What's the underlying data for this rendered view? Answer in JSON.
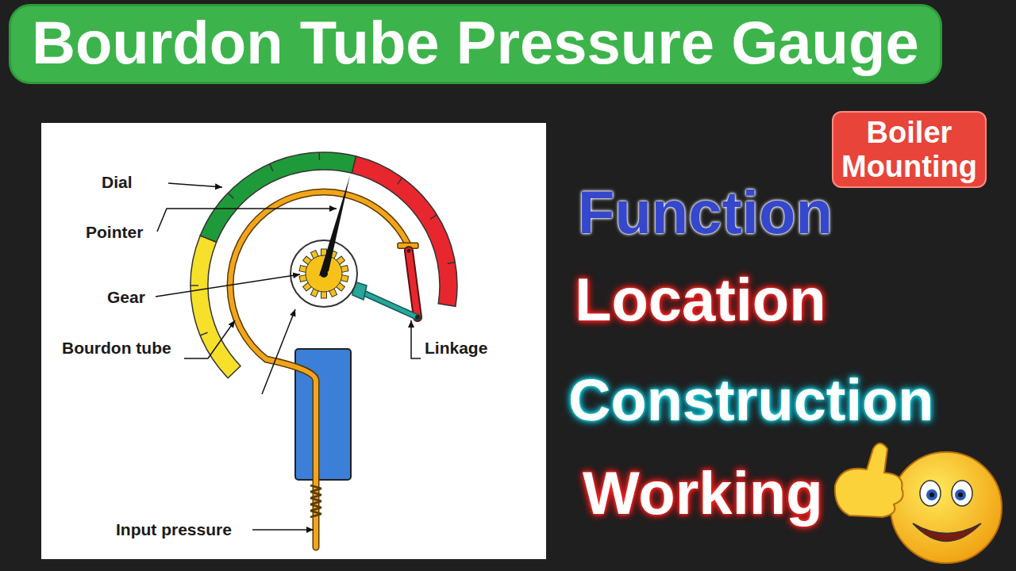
{
  "diagram": {
    "title": "Bourdon Tube Pressure Gauge",
    "nodes": [
      {
        "text": [
          "Boiler Mounting"
        ]
      }
    ],
    "labels": [
      "Dial",
      "Pointer",
      "Gear",
      "Bourdon tube",
      "Linkage",
      "Input pressure",
      "Function",
      "Location",
      "Construction",
      "Working"
    ]
  }
}
